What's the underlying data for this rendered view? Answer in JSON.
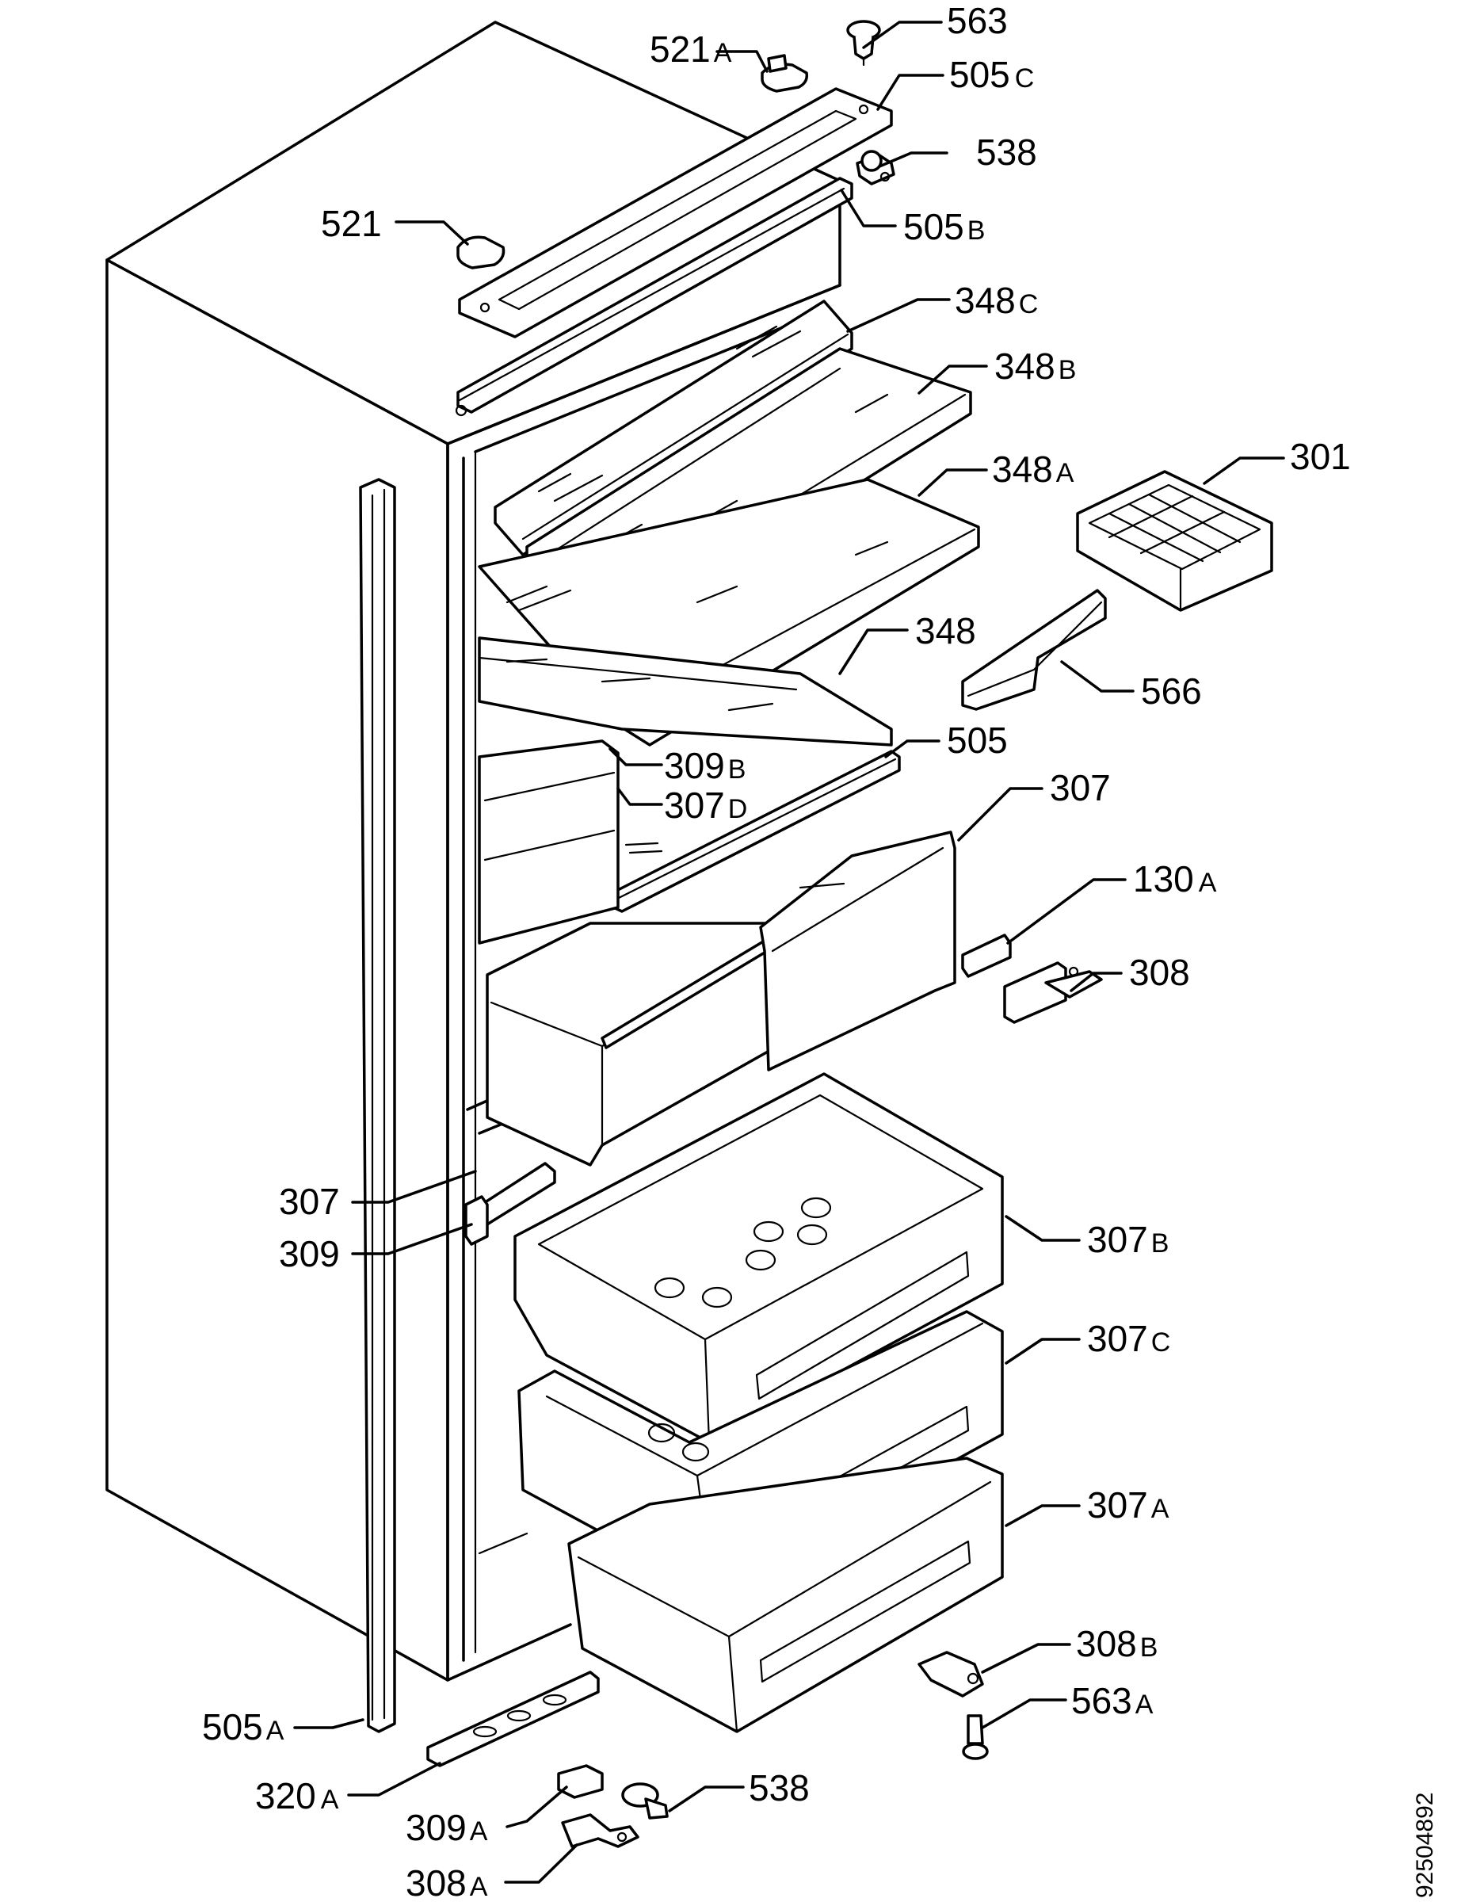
{
  "parts": [
    {
      "num": "563",
      "suf": ""
    },
    {
      "num": "521",
      "suf": "A"
    },
    {
      "num": "505",
      "suf": "C"
    },
    {
      "num": "538",
      "suf": ""
    },
    {
      "num": "521",
      "suf": ""
    },
    {
      "num": "505",
      "suf": "B"
    },
    {
      "num": "348",
      "suf": "C"
    },
    {
      "num": "348",
      "suf": "B"
    },
    {
      "num": "301",
      "suf": ""
    },
    {
      "num": "348",
      "suf": "A"
    },
    {
      "num": "348",
      "suf": ""
    },
    {
      "num": "566",
      "suf": ""
    },
    {
      "num": "505",
      "suf": ""
    },
    {
      "num": "309",
      "suf": "B"
    },
    {
      "num": "307",
      "suf": "D"
    },
    {
      "num": "307",
      "suf": ""
    },
    {
      "num": "130",
      "suf": "A"
    },
    {
      "num": "308",
      "suf": ""
    },
    {
      "num": "307",
      "suf": ""
    },
    {
      "num": "309",
      "suf": ""
    },
    {
      "num": "307",
      "suf": "B"
    },
    {
      "num": "307",
      "suf": "C"
    },
    {
      "num": "307",
      "suf": "A"
    },
    {
      "num": "308",
      "suf": "B"
    },
    {
      "num": "563",
      "suf": "A"
    },
    {
      "num": "505",
      "suf": "A"
    },
    {
      "num": "320",
      "suf": "A"
    },
    {
      "num": "538",
      "suf": ""
    },
    {
      "num": "309",
      "suf": "A"
    },
    {
      "num": "308",
      "suf": "A"
    }
  ],
  "drawing_code": "92504892"
}
